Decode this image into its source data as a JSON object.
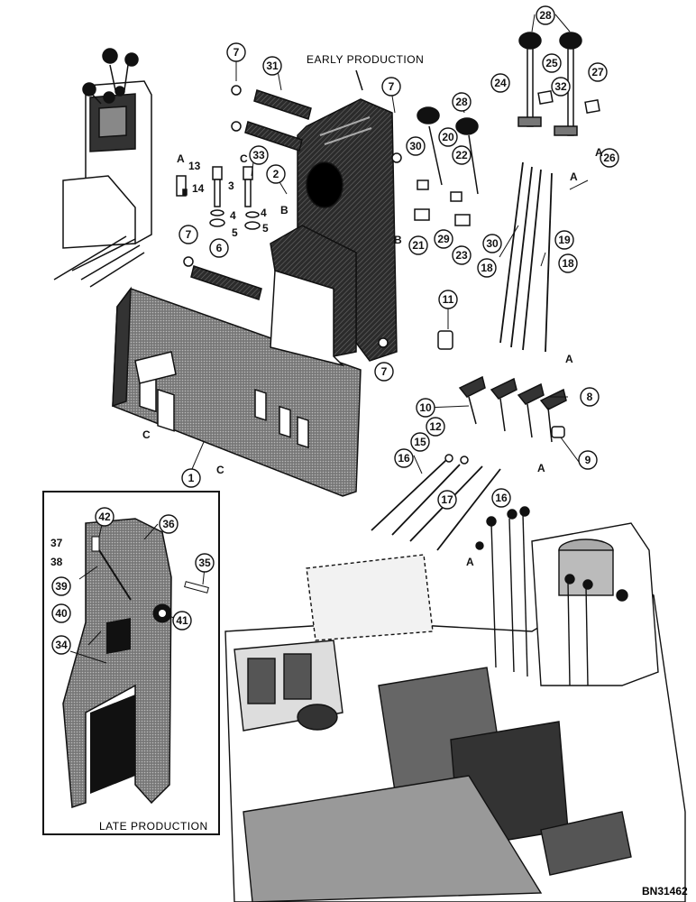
{
  "captions": {
    "early": "EARLY PRODUCTION",
    "late": "LATE PRODUCTION",
    "code": "BN31462"
  },
  "refs": {
    "r1": "1",
    "r2": "2",
    "r3": "3",
    "r4": "4",
    "r4b": "4",
    "r5": "5",
    "r5b": "5",
    "r6": "6",
    "r7a": "7",
    "r7b": "7",
    "r7c": "7",
    "r7d": "7",
    "r8": "8",
    "r9": "9",
    "r10": "10",
    "r11": "11",
    "r12": "12",
    "r13": "13",
    "r14": "14",
    "r15": "15",
    "r16a": "16",
    "r16b": "16",
    "r17": "17",
    "r18a": "18",
    "r18b": "18",
    "r19": "19",
    "r20": "20",
    "r21": "21",
    "r22": "22",
    "r23": "23",
    "r24": "24",
    "r25": "25",
    "r26": "26",
    "r27": "27",
    "r28a": "28",
    "r28b": "28",
    "r29": "29",
    "r30a": "30",
    "r30b": "30",
    "r31": "31",
    "r32": "32",
    "r33": "33",
    "r34": "34",
    "r35": "35",
    "r36": "36",
    "r37": "37",
    "r38": "38",
    "r39": "39",
    "r40": "40",
    "r41": "41",
    "r42": "42"
  },
  "letters": {
    "a1": "A",
    "a2": "A",
    "a3": "A",
    "a4": "A",
    "a5": "A",
    "a6": "A",
    "b1": "B",
    "b2": "B",
    "c1": "C",
    "c2": "C",
    "c3": "C"
  }
}
